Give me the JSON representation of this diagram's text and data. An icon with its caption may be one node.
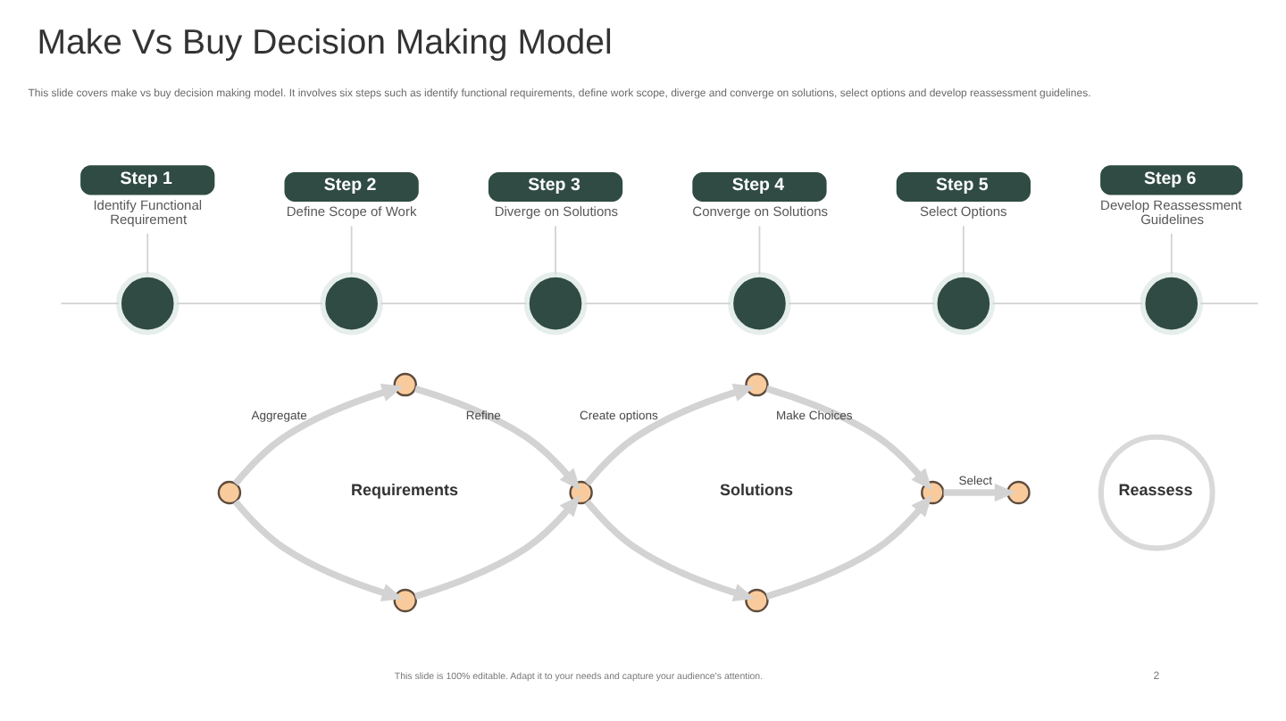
{
  "diagram": {
    "title": "Make Vs Buy Decision Making Model",
    "nodes": [
      {
        "text": [
          "Step 1",
          "Identify Functional Requirement"
        ]
      },
      {
        "text": [
          "Step 2",
          "Define Scope of Work"
        ]
      },
      {
        "text": [
          "Step 3",
          "Diverge on Solutions"
        ]
      },
      {
        "text": [
          "Step 4",
          "Converge on Solutions"
        ]
      },
      {
        "text": [
          "Step 5",
          "Select Options"
        ]
      },
      {
        "text": [
          "Step 6",
          "Develop Reassessment Guidelines"
        ]
      },
      {
        "text": [],
        "shape": "circle"
      },
      {
        "text": [],
        "shape": "circle"
      },
      {
        "text": [],
        "shape": "circle"
      },
      {
        "text": [],
        "shape": "circle"
      },
      {
        "text": [],
        "shape": "circle"
      },
      {
        "text": [],
        "shape": "circle"
      },
      {
        "text": [],
        "shape": "circle"
      },
      {
        "text": [],
        "shape": "circle"
      },
      {
        "text": [],
        "shape": "circle"
      },
      {
        "text": [],
        "shape": "circle"
      },
      {
        "text": [],
        "shape": "circle"
      },
      {
        "text": [],
        "shape": "circle"
      },
      {
        "text": [],
        "shape": "circle"
      },
      {
        "text": [],
        "shape": "circle"
      },
      {
        "text": [
          "Reassess"
        ]
      }
    ],
    "edges": [
      {
        "from": 0,
        "to": 6,
        "arrow": "none"
      },
      {
        "from": 1,
        "to": 7,
        "arrow": "none"
      },
      {
        "from": 2,
        "to": 8,
        "arrow": "none"
      },
      {
        "from": 3,
        "to": 9,
        "arrow": "none"
      },
      {
        "from": 4,
        "to": 10,
        "arrow": "none"
      },
      {
        "from": 5,
        "to": 11,
        "arrow": "none"
      },
      {
        "from": null,
        "to": 6,
        "arrow": "none"
      },
      {
        "from": 6,
        "to": 7,
        "arrow": "none"
      },
      {
        "from": 7,
        "to": 8,
        "arrow": "none"
      },
      {
        "from": 8,
        "to": 9,
        "arrow": "none"
      },
      {
        "from": 9,
        "to": 10,
        "arrow": "none"
      },
      {
        "from": 10,
        "to": 11,
        "arrow": "none"
      },
      {
        "from": 11,
        "to": null,
        "arrow": "none"
      },
      {
        "from": 12,
        "to": 13,
        "arrow": "to",
        "label": "Aggregate",
        "style": "thick"
      },
      {
        "from": 12,
        "to": 14,
        "arrow": "to",
        "style": "thick"
      },
      {
        "from": 13,
        "to": 15,
        "arrow": "to",
        "label": "Refine",
        "style": "thick"
      },
      {
        "from": 14,
        "to": 15,
        "arrow": "to",
        "style": "thick"
      },
      {
        "from": 15,
        "to": 16,
        "arrow": "to",
        "label": "Create options",
        "style": "thick"
      },
      {
        "from": 15,
        "to": 17,
        "arrow": "to",
        "style": "thick"
      },
      {
        "from": 16,
        "to": 18,
        "arrow": "to",
        "label": "Make Choices",
        "style": "thick"
      },
      {
        "from": 17,
        "to": 18,
        "arrow": "to",
        "style": "thick"
      },
      {
        "from": 18,
        "to": 19,
        "arrow": "to",
        "label": "Select",
        "style": "thick"
      }
    ],
    "labels": [
      "This slide covers make vs buy decision making model. It involves six steps such as identify functional requirements, define work scope, diverge and converge on solutions, select options and develop reassessment guidelines.",
      "Requirements",
      "Solutions",
      "This slide is 100% editable. Adapt it to your needs and capture your audience's attention.",
      "2"
    ]
  }
}
